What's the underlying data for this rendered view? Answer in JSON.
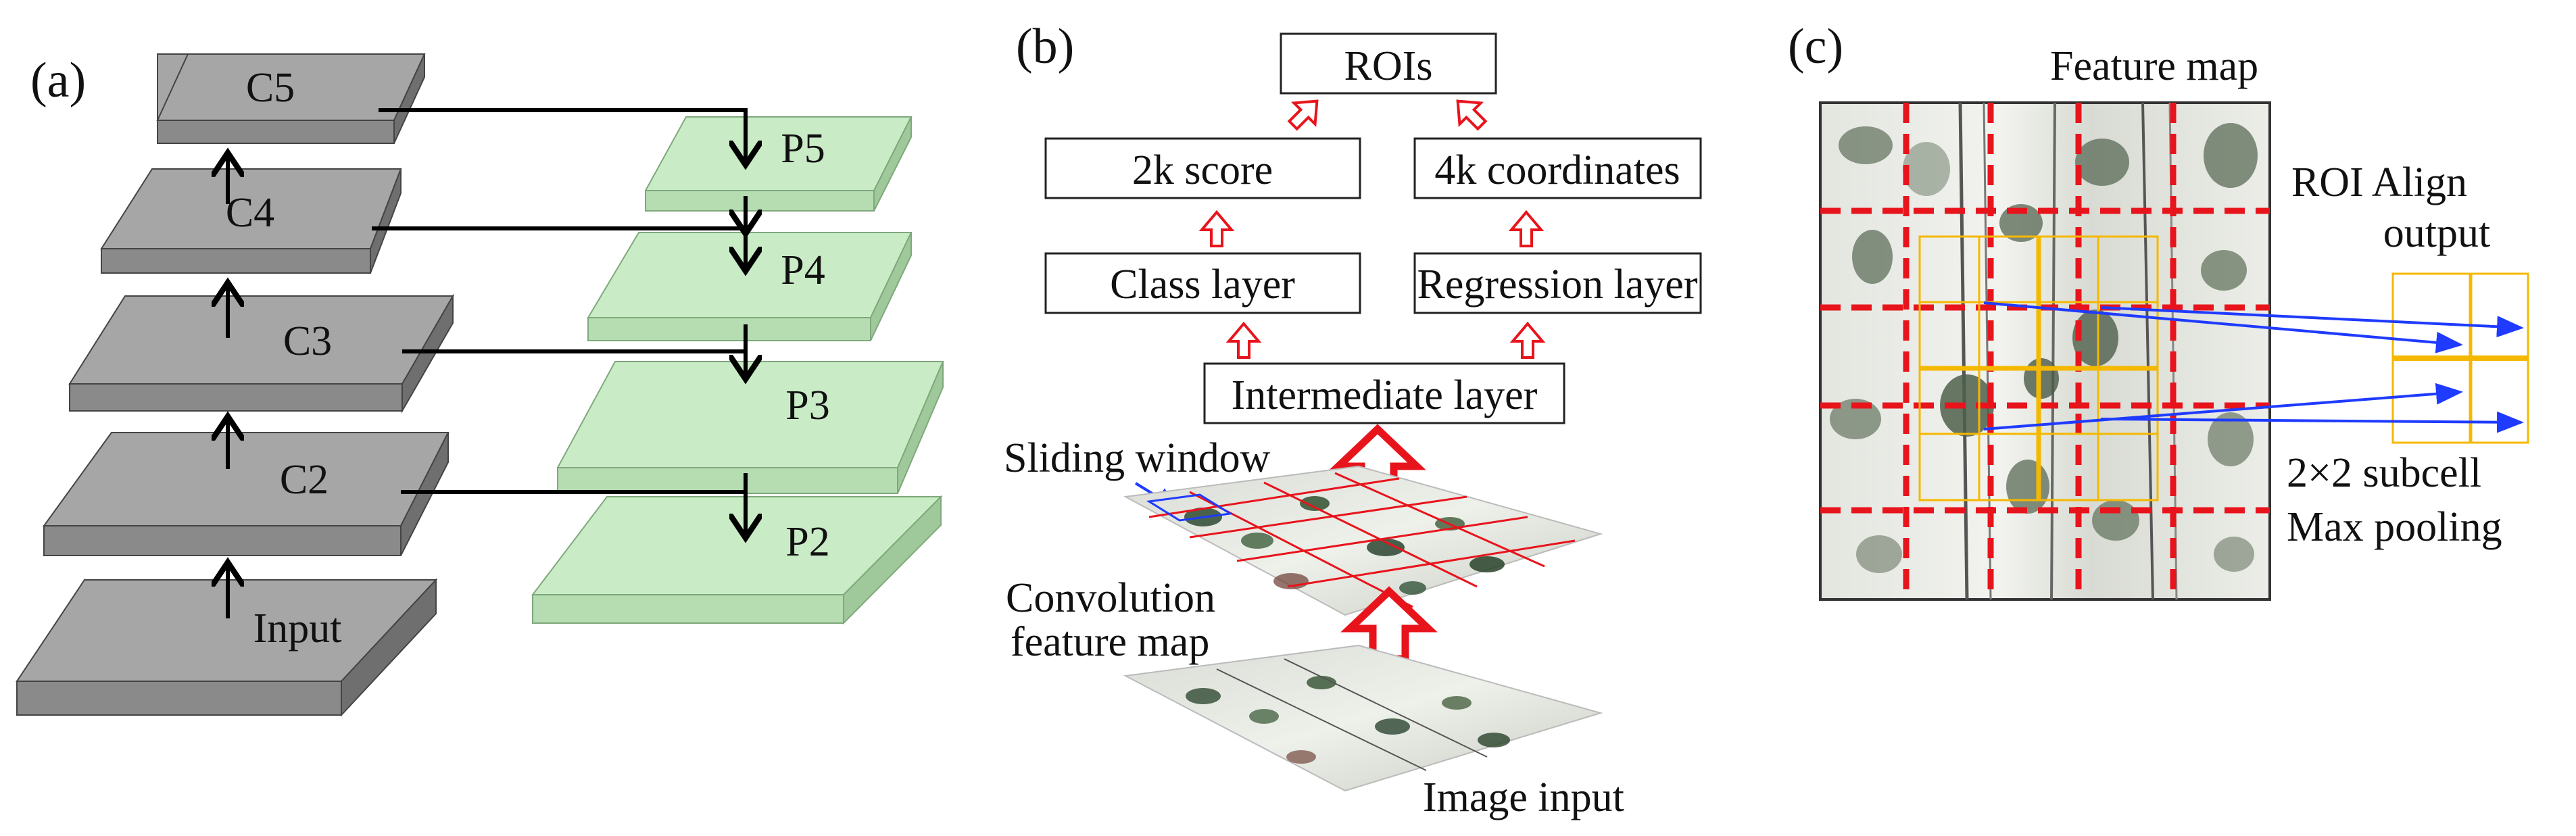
{
  "panels": {
    "a": {
      "label": "(a)",
      "c_layers": [
        "C5",
        "C4",
        "C3",
        "C2",
        "Input"
      ],
      "p_layers": [
        "P5",
        "P4",
        "P3",
        "P2"
      ],
      "c_color": "#a6a6a6",
      "p_color": "#c9ecc6"
    },
    "b": {
      "label": "(b)",
      "rois": "ROIs",
      "score": "2k score",
      "coords": "4k coordinates",
      "class_layer": "Class layer",
      "regression_layer": "Regression layer",
      "intermediate": "Intermediate layer",
      "sliding_window": "Sliding window",
      "conv_line1": "Convolution",
      "conv_line2": "feature map",
      "image_input": "Image input"
    },
    "c": {
      "label": "(c)",
      "feature_map": "Feature map",
      "roi_line1": "ROI Align",
      "roi_line2": "output",
      "subcell": "2×2 subcell",
      "pooling": "Max pooling"
    }
  }
}
